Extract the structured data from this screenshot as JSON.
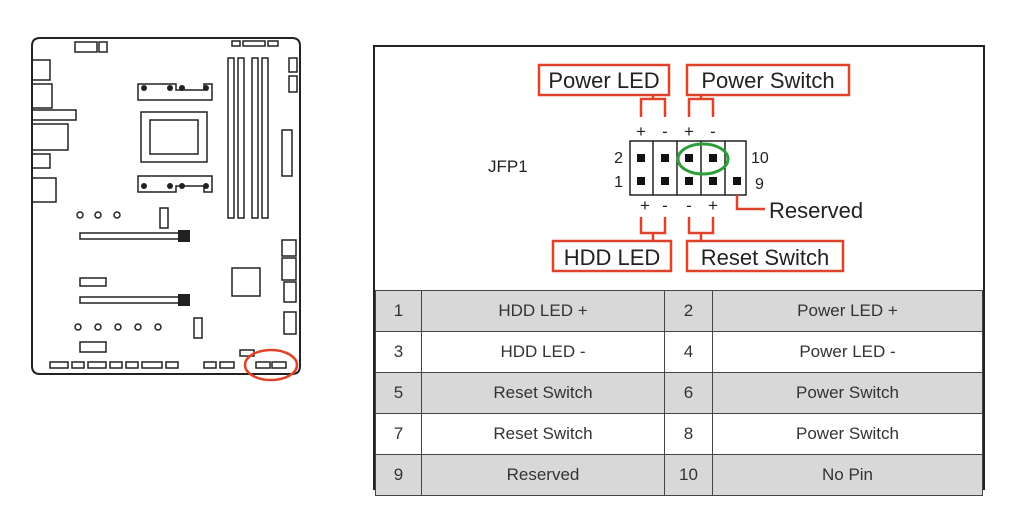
{
  "connector": {
    "name": "JFP1",
    "pin_left_top": "2",
    "pin_left_bottom": "1",
    "pin_right_top": "10",
    "pin_right_bottom": "9"
  },
  "callouts": {
    "power_led": "Power LED",
    "power_switch": "Power Switch",
    "hdd_led": "HDD LED",
    "reset_switch": "Reset Switch",
    "reserved": "Reserved"
  },
  "polarity": {
    "top": [
      "+",
      "-",
      "+",
      "-"
    ],
    "bottom": [
      "+",
      "-",
      "-",
      "+"
    ]
  },
  "pin_table": [
    {
      "pin_a": "1",
      "desc_a": "HDD LED +",
      "pin_b": "2",
      "desc_b": "Power LED +"
    },
    {
      "pin_a": "3",
      "desc_a": "HDD LED -",
      "pin_b": "4",
      "desc_b": "Power LED -"
    },
    {
      "pin_a": "5",
      "desc_a": "Reset Switch",
      "pin_b": "6",
      "desc_b": "Power Switch"
    },
    {
      "pin_a": "7",
      "desc_a": "Reset Switch",
      "pin_b": "8",
      "desc_b": "Power Switch"
    },
    {
      "pin_a": "9",
      "desc_a": "Reserved",
      "pin_b": "10",
      "desc_b": "No Pin"
    }
  ],
  "colors": {
    "callout_red": "#e0432a",
    "highlight_green": "#2e9e3c",
    "row_shade": "#d8d8d8",
    "line": "#222222"
  }
}
